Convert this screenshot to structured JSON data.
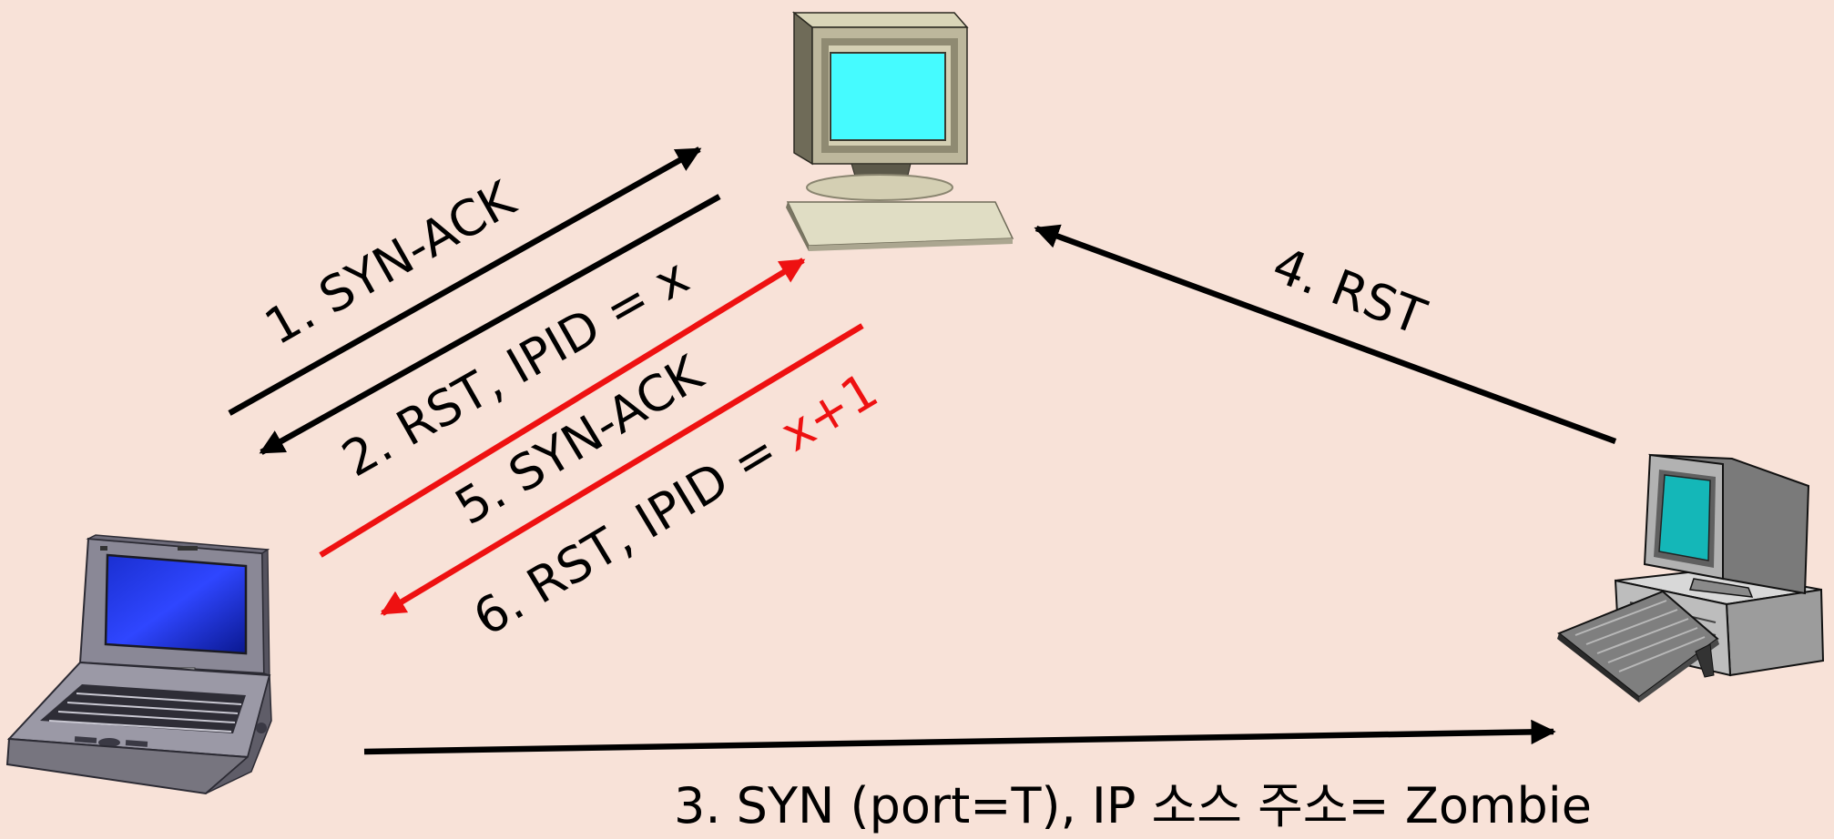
{
  "colors": {
    "background": "#f8e2d8",
    "arrow_black": "#000000",
    "arrow_red": "#ee1111",
    "text_black": "#000000",
    "text_red": "#ee1111"
  },
  "labels": {
    "step1": "1. SYN-ACK",
    "step2": "2. RST, IPID = x",
    "step3": "3. SYN (port=T), IP 소스 주소= Zombie",
    "step4": "4. RST",
    "step5": "5. SYN-ACK",
    "step6_prefix": "6. RST, IPID = ",
    "step6_value": "x+1"
  },
  "icons": {
    "attacker": "laptop-icon",
    "target": "desktop-computer-icon",
    "zombie": "workstation-computer-icon"
  }
}
